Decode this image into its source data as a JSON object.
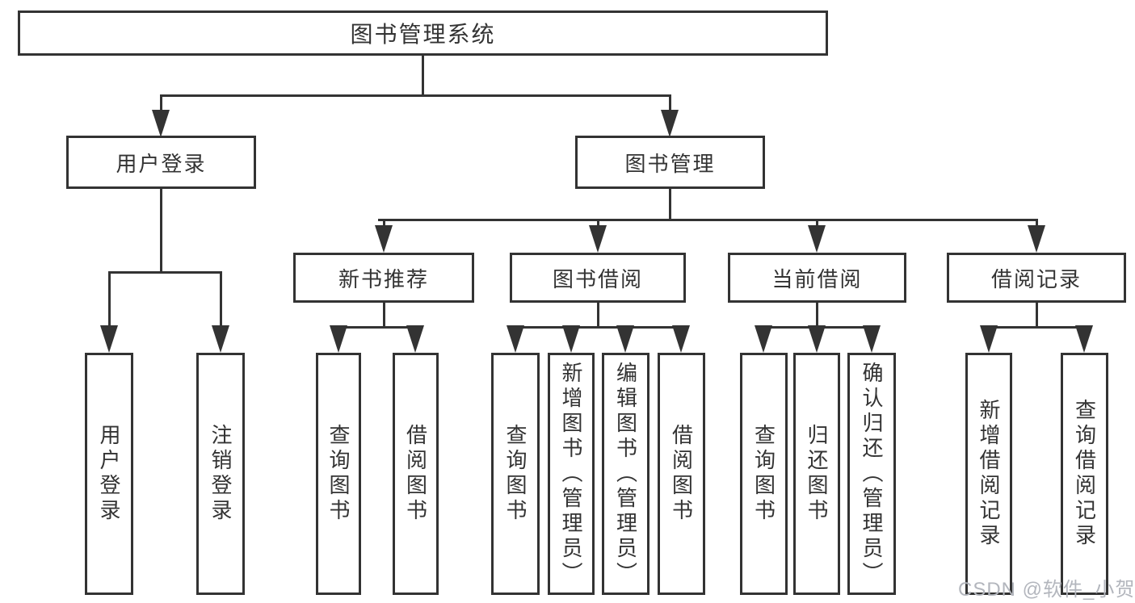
{
  "tree": {
    "label": "图书管理系统",
    "children": [
      {
        "label": "用户登录",
        "children": [
          {
            "label": "用户登录"
          },
          {
            "label": "注销登录"
          }
        ]
      },
      {
        "label": "图书管理",
        "children": [
          {
            "label": "新书推荐",
            "children": [
              {
                "label": "查询图书"
              },
              {
                "label": "借阅图书"
              }
            ]
          },
          {
            "label": "图书借阅",
            "children": [
              {
                "label": "查询图书"
              },
              {
                "label": "新增图书（管理员）"
              },
              {
                "label": "编辑图书（管理员）"
              },
              {
                "label": "借阅图书"
              }
            ]
          },
          {
            "label": "当前借阅",
            "children": [
              {
                "label": "查询图书"
              },
              {
                "label": "归还图书"
              },
              {
                "label": "确认归还（管理员）"
              }
            ]
          },
          {
            "label": "借阅记录",
            "children": [
              {
                "label": "新增借阅记录"
              },
              {
                "label": "查询借阅记录"
              }
            ]
          }
        ]
      }
    ]
  },
  "watermark": "CSDN @软件_小贺同学",
  "colors": {
    "line": "#333333",
    "text": "#333333",
    "background": "#ffffff",
    "watermark": "#b3b6bd"
  }
}
